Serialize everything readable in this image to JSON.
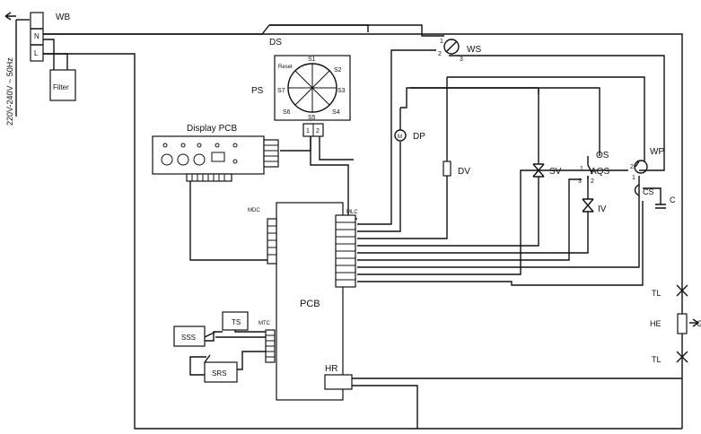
{
  "labels": {
    "wb": "WB",
    "n": "N",
    "l": "L",
    "filter": "Filter",
    "supply": "220V-240V ~ 50Hz",
    "ds": "DS",
    "ws": "WS",
    "ws_pin1": "1",
    "ws_pin2": "2",
    "ws_pin3": "3",
    "ps": "PS",
    "ps_reset": "Reset",
    "ps_s1": "S1",
    "ps_s2": "S2",
    "ps_s3": "S3",
    "ps_s4": "S4",
    "ps_s5": "S5",
    "ps_s6": "S6",
    "ps_s7": "S7",
    "ps_pin1": "1",
    "ps_pin2": "2",
    "display_pcb": "Display PCB",
    "dp": "DP",
    "dv": "DV",
    "sv": "SV",
    "os": "OS",
    "aqs": "AQS",
    "os_pin1": "1",
    "os_pin2": "2",
    "os_pin3": "3",
    "iv": "IV",
    "wp": "WP",
    "wp_pin1": "1",
    "wp_pin2": "2",
    "cs": "CS",
    "c": "C",
    "mdc": "MDC",
    "mlc": "MLC",
    "pcb": "PCB",
    "mtc": "MTC",
    "ts": "TS",
    "sss": "SSS",
    "srs": "SRS",
    "hr": "HR",
    "tl_top": "TL",
    "he": "HE",
    "tl_bottom": "TL",
    "ground": "G"
  },
  "colors": {
    "line": "#111111",
    "background": "#ffffff"
  }
}
